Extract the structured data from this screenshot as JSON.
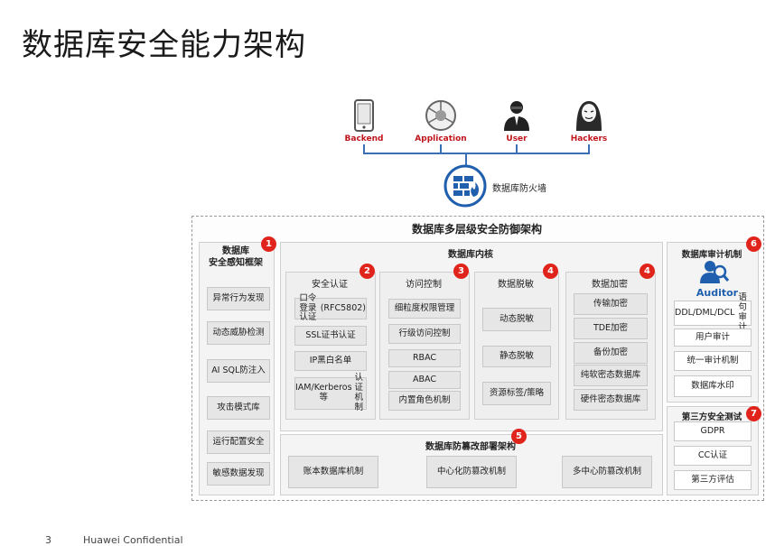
{
  "title": "数据库安全能力架构",
  "actors": [
    {
      "label": "Backend",
      "icon": "mobile-phone-icon"
    },
    {
      "label": "Application",
      "icon": "network-globe-icon"
    },
    {
      "label": "User",
      "icon": "user-suit-icon"
    },
    {
      "label": "Hackers",
      "icon": "hacker-mask-icon"
    }
  ],
  "firewall": {
    "label": "数据库防火墙",
    "icon": "firewall-brick-icon"
  },
  "architecture": {
    "title": "数据库多层级安全防御架构"
  },
  "perception": {
    "title_line1": "数据库",
    "title_line2": "安全感知框架",
    "badge": "1",
    "items": [
      "异常行为发现",
      "动态威胁检测",
      "AI SQL防注入",
      "攻击模式库",
      "运行配置安全",
      "敏感数据发现"
    ]
  },
  "kernel": {
    "title": "数据库内核",
    "columns": [
      {
        "title": "安全认证",
        "badge": "2",
        "items": [
          "口令登录认证\n(RFC5802)",
          "SSL证书认证",
          "IP黑白名单",
          "IAM/Kerberos等\n认证机制"
        ]
      },
      {
        "title": "访问控制",
        "badge": "3",
        "items": [
          "细粒度权限管理",
          "行级访问控制",
          "RBAC",
          "ABAC",
          "内置角色机制"
        ]
      },
      {
        "title": "数据脱敏",
        "badge": "4",
        "items": [
          "动态脱敏",
          "静态脱敏",
          "资源标签/策略"
        ]
      },
      {
        "title": "数据加密",
        "badge": "4",
        "items": [
          "传输加密",
          "TDE加密",
          "备份加密",
          "纯软密态数据库",
          "硬件密态数据库"
        ]
      }
    ]
  },
  "tamper": {
    "title": "数据库防篡改部署架构",
    "badge": "5",
    "items": [
      "账本数据库机制",
      "中心化防篡改机制",
      "多中心防篡改机制"
    ]
  },
  "audit": {
    "title": "数据库审计机制",
    "badge": "6",
    "auditor_label": "Auditor",
    "items": [
      "DDL/DML/DCL\n语句审计",
      "用户审计",
      "统一审计机制",
      "数据库水印"
    ]
  },
  "thirdparty": {
    "title": "第三方安全测试",
    "badge": "7",
    "items": [
      "GDPR",
      "CC认证",
      "第三方评估"
    ]
  },
  "footer": {
    "page": "3",
    "text": "Huawei Confidential"
  },
  "colors": {
    "accent_red": "#e0241b",
    "actor_label_red": "#c0141b",
    "firewall_blue": "#1f5fae",
    "line_blue": "#3a6fb5"
  }
}
